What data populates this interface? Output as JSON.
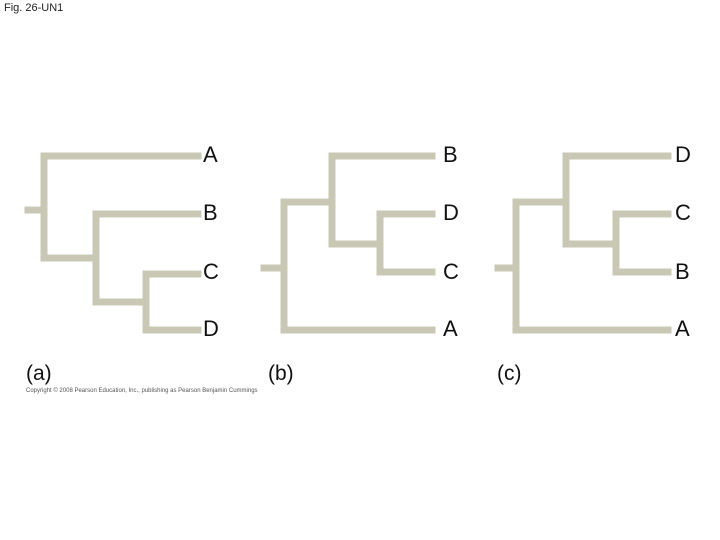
{
  "figure_label": "Fig. 26-UN1",
  "copyright": "Copyright © 2008 Pearson Education, Inc., publishing as Pearson Benjamin Cummings",
  "panels": [
    {
      "label": "(a)",
      "leaves": [
        "A",
        "B",
        "C",
        "D"
      ]
    },
    {
      "label": "(b)",
      "leaves": [
        "B",
        "D",
        "C",
        "A"
      ]
    },
    {
      "label": "(c)",
      "leaves": [
        "D",
        "C",
        "B",
        "A"
      ]
    }
  ],
  "colors": {
    "branch": "#c8c8b4",
    "text": "#111111"
  }
}
